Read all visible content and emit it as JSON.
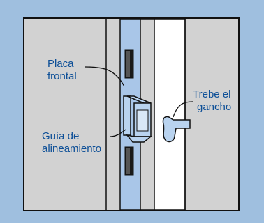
{
  "labels": {
    "faceplate_line1": "Placa",
    "faceplate_line2": "frontal",
    "guide_line1": "Guía de",
    "guide_line2": "alineamiento",
    "hook_line1": "Trebe el",
    "hook_line2": "gancho"
  },
  "colors": {
    "background_frame": "#9fbfdf",
    "panel_gray": "#d2d2d2",
    "rail_blue": "#a9c6e8",
    "bracket_blue": "#b9d3ef",
    "opening_white": "#ffffff",
    "outline": "#111111",
    "label_text": "#0d4f97"
  }
}
